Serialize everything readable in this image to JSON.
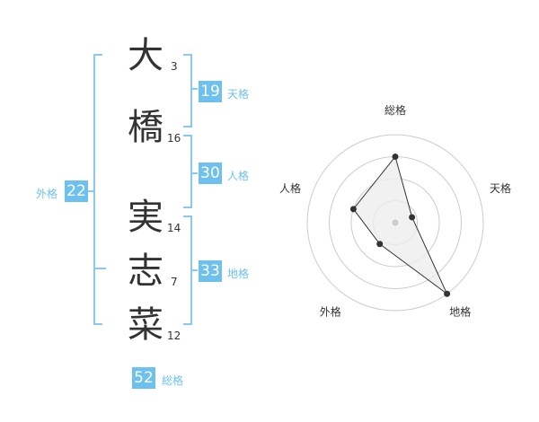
{
  "name_chars": [
    {
      "char": "大",
      "strokes": "3"
    },
    {
      "char": "橋",
      "strokes": "16"
    },
    {
      "char": "実",
      "strokes": "14"
    },
    {
      "char": "志",
      "strokes": "7"
    },
    {
      "char": "菜",
      "strokes": "12"
    }
  ],
  "scores": {
    "tenkaku": {
      "value": "19",
      "label": "天格"
    },
    "jinkaku": {
      "value": "30",
      "label": "人格"
    },
    "chikaku": {
      "value": "33",
      "label": "地格"
    },
    "gaikaku": {
      "value": "22",
      "label": "外格"
    },
    "soukaku": {
      "value": "52",
      "label": "総格"
    }
  },
  "radar": {
    "axes": [
      "総格",
      "天格",
      "地格",
      "外格",
      "人格"
    ],
    "values": [
      0.75,
      0.2,
      1.0,
      0.3,
      0.5
    ],
    "colors": {
      "grid": "#cccccc",
      "fill": "#eeeeee",
      "line": "#333333",
      "point": "#333333",
      "center": "#cccccc"
    }
  },
  "colors": {
    "accent": "#6ec0ee",
    "bracket": "#8cc8ee"
  }
}
